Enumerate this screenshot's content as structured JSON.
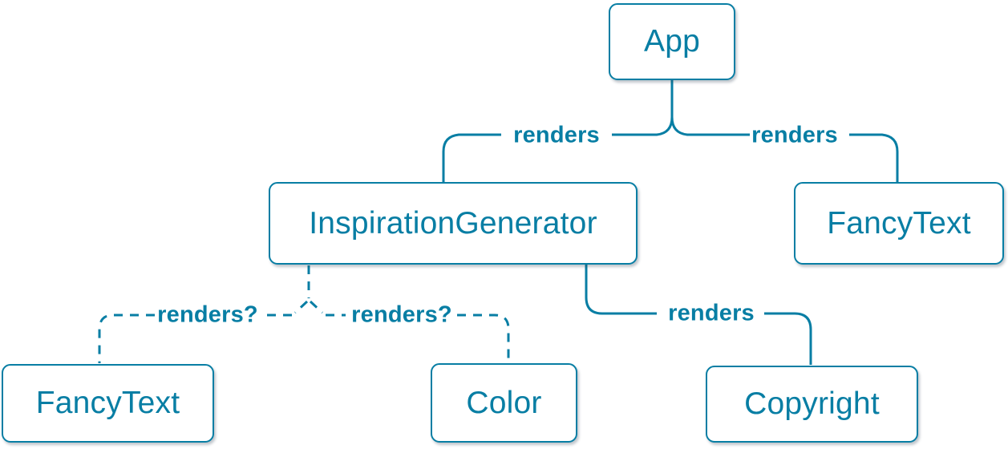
{
  "diagram": {
    "title": "React component render tree",
    "accent_color": "#087EA4",
    "background_color": "#FFFFFF",
    "nodes": [
      {
        "id": "app",
        "label": "App"
      },
      {
        "id": "inspiration-generator",
        "label": "InspirationGenerator"
      },
      {
        "id": "fancy-text-top",
        "label": "FancyText"
      },
      {
        "id": "fancy-text-bottom",
        "label": "FancyText"
      },
      {
        "id": "color",
        "label": "Color"
      },
      {
        "id": "copyright",
        "label": "Copyright"
      }
    ],
    "edges": [
      {
        "from": "App",
        "to": "InspirationGenerator",
        "label": "renders",
        "style": "solid"
      },
      {
        "from": "App",
        "to": "FancyText",
        "label": "renders",
        "style": "solid"
      },
      {
        "from": "InspirationGenerator",
        "to": "FancyText",
        "label": "renders?",
        "style": "dashed"
      },
      {
        "from": "InspirationGenerator",
        "to": "Color",
        "label": "renders?",
        "style": "dashed"
      },
      {
        "from": "InspirationGenerator",
        "to": "Copyright",
        "label": "renders",
        "style": "solid"
      }
    ]
  }
}
